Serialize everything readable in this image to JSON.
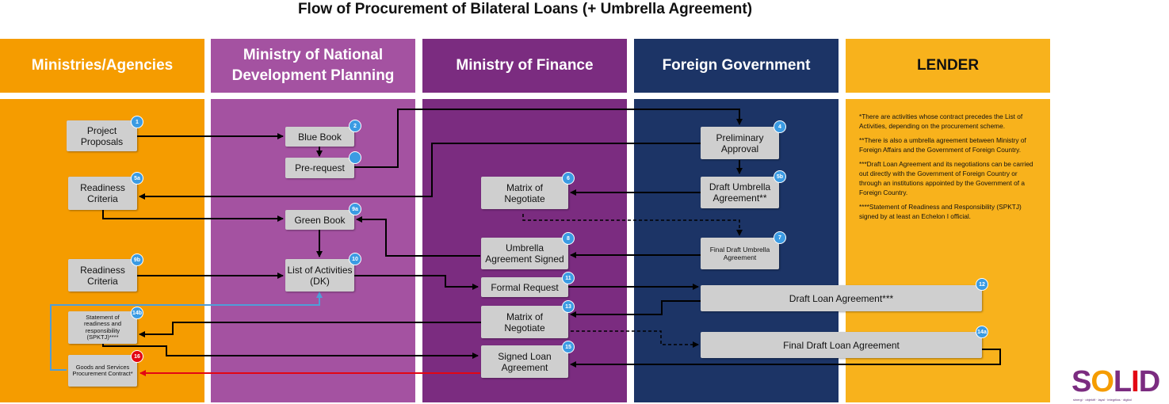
{
  "title": "Flow of Procurement of Bilateral Loans (+ Umbrella Agreement)",
  "columns": [
    {
      "label": "Ministries/Agencies",
      "color": "#f59c00"
    },
    {
      "label": "Ministry of National Development Planning",
      "color": "#a452a1"
    },
    {
      "label": "Ministry of Finance",
      "color": "#7b2c80"
    },
    {
      "label": "Foreign Government",
      "color": "#1c3466"
    },
    {
      "label": "LENDER",
      "color": "#f8b21c"
    }
  ],
  "boxes": {
    "project_proposals": "Project Proposals",
    "readiness_criteria_a": "Readiness Criteria",
    "readiness_criteria_b": "Readiness Criteria",
    "spktj": "Statement of readiness and responsibility (SPKTJ)****",
    "goods_contract": "Goods and Services Procurement Contract*",
    "blue_book": "Blue Book",
    "pre_request": "Pre-request",
    "green_book": "Green Book",
    "list_of_activities": "List of Activities (DK)",
    "matrix_negotiate_1": "Matrix of Negotiate",
    "umbrella_signed": "Umbrella Agreement Signed",
    "formal_request": "Formal Request",
    "matrix_negotiate_2": "Matrix of Negotiate",
    "signed_loan": "Signed Loan Agreement",
    "preliminary_approval": "Preliminary Approval",
    "draft_umbrella": "Draft Umbrella Agreement**",
    "final_draft_umbrella": "Final Draft Umbrella Agreement",
    "draft_loan": "Draft Loan Agreement***",
    "final_draft_loan": "Final Draft Loan Agreement"
  },
  "badges": {
    "b1": "1",
    "b2": "2",
    "b4": "4",
    "b5a": "5a",
    "b5b": "5b",
    "b6": "6",
    "b7": "7",
    "b8": "8",
    "b9a": "9a",
    "b9b": "9b",
    "b10": "10",
    "b11": "11",
    "b12": "12",
    "b13": "13",
    "b14a": "14a",
    "b14b": "14b",
    "b15": "15",
    "b16": "16"
  },
  "notes": [
    "*There are activities whose contract precedes the List of Activities, depending on the procurement scheme.",
    "**There is also a umbrella agreement between Ministry of Foreign Affairs and the Government of Foreign Country.",
    "***Draft Loan Agreement and its negotiations can be carried out directly with the Government of Foreign Country or through an institutions appointed by the Government of a Foreign Country.",
    "****Statement of Readiness and Responsibility (SPKTJ) signed by at least an Echelon I official."
  ],
  "logo": {
    "text": "SOLID",
    "tagline": "sinergi · objektif · layal · integritas · digital"
  },
  "colors": {
    "badge": "#3b9be3",
    "badge_alert": "#e30613",
    "arrow": "#000000",
    "arrow_red": "#e30613",
    "arrow_blue": "#4f9ed8"
  }
}
